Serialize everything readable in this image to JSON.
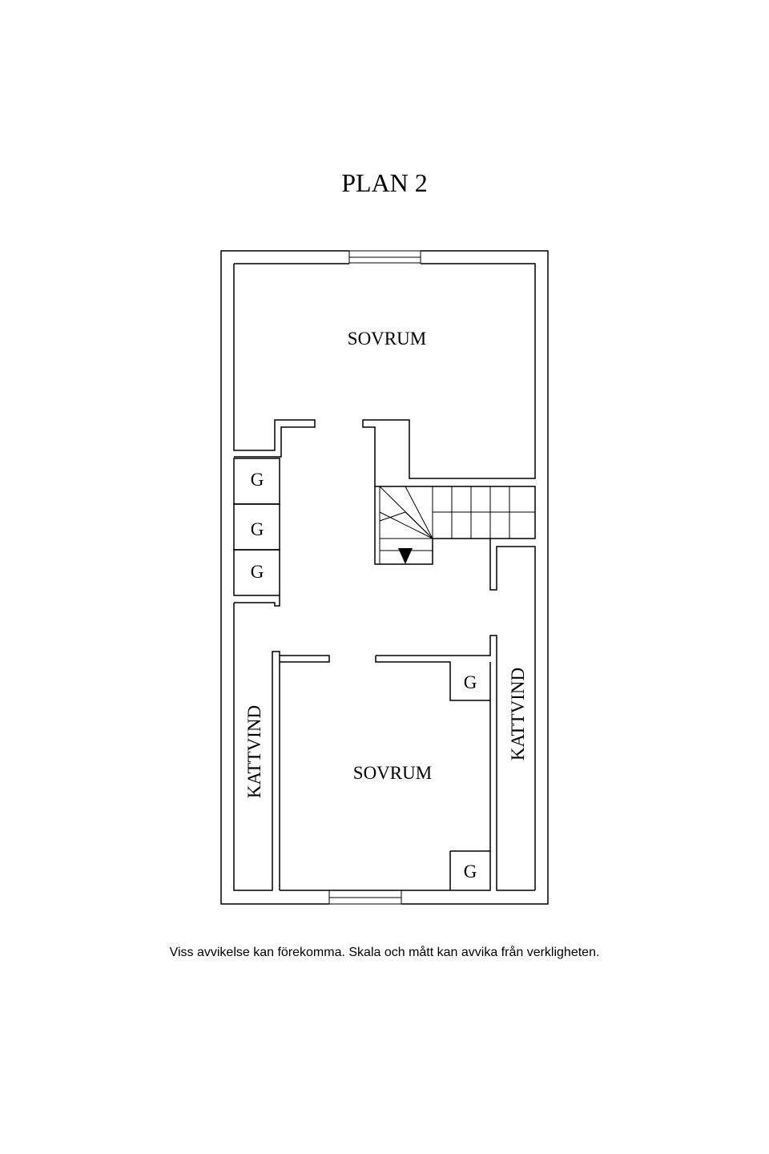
{
  "title": "PLAN 2",
  "rooms": {
    "upper_bedroom": "SOVRUM",
    "lower_bedroom": "SOVRUM",
    "left_attic": "KATTVIND",
    "right_attic": "KATTVIND"
  },
  "closets": {
    "closet_1": "G",
    "closet_2": "G",
    "closet_3": "G",
    "closet_4": "G",
    "closet_5": "G"
  },
  "disclaimer": "Viss avvikelse kan förekomma. Skala och mått kan avvika från verkligheten."
}
